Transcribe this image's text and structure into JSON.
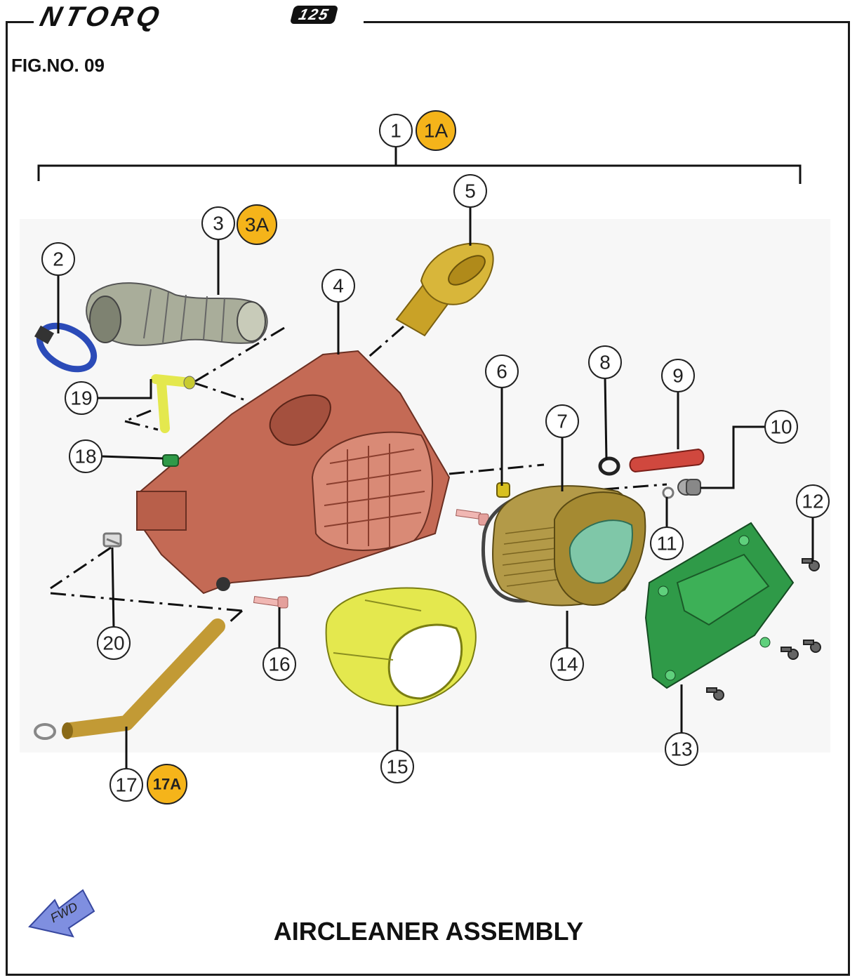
{
  "brand": {
    "logo_text": "NTORQ",
    "logo_sub": "125"
  },
  "figure_number": "FIG.NO. 09",
  "title": "AIRCLEANER ASSEMBLY",
  "fwd_label": "FWD",
  "colors": {
    "accent_badge": "#f5b41a",
    "housing": "#c46a55",
    "hose": "#a9ad9a",
    "intake_duct": "#c9a227",
    "filter_foam": "#e4e84e",
    "cover": "#2f9a48",
    "clamp": "#2b4bb8",
    "tube_red": "#d0483e",
    "drain_tube": "#c29a35"
  },
  "callouts": {
    "c1": "1",
    "c1a": "1A",
    "c2": "2",
    "c3": "3",
    "c3a": "3A",
    "c4": "4",
    "c5": "5",
    "c6": "6",
    "c7": "7",
    "c8": "8",
    "c9": "9",
    "c10": "10",
    "c11": "11",
    "c12": "12",
    "c13": "13",
    "c14": "14",
    "c15": "15",
    "c16": "16",
    "c17": "17",
    "c17a": "17A",
    "c18": "18",
    "c19": "19",
    "c20": "20"
  }
}
